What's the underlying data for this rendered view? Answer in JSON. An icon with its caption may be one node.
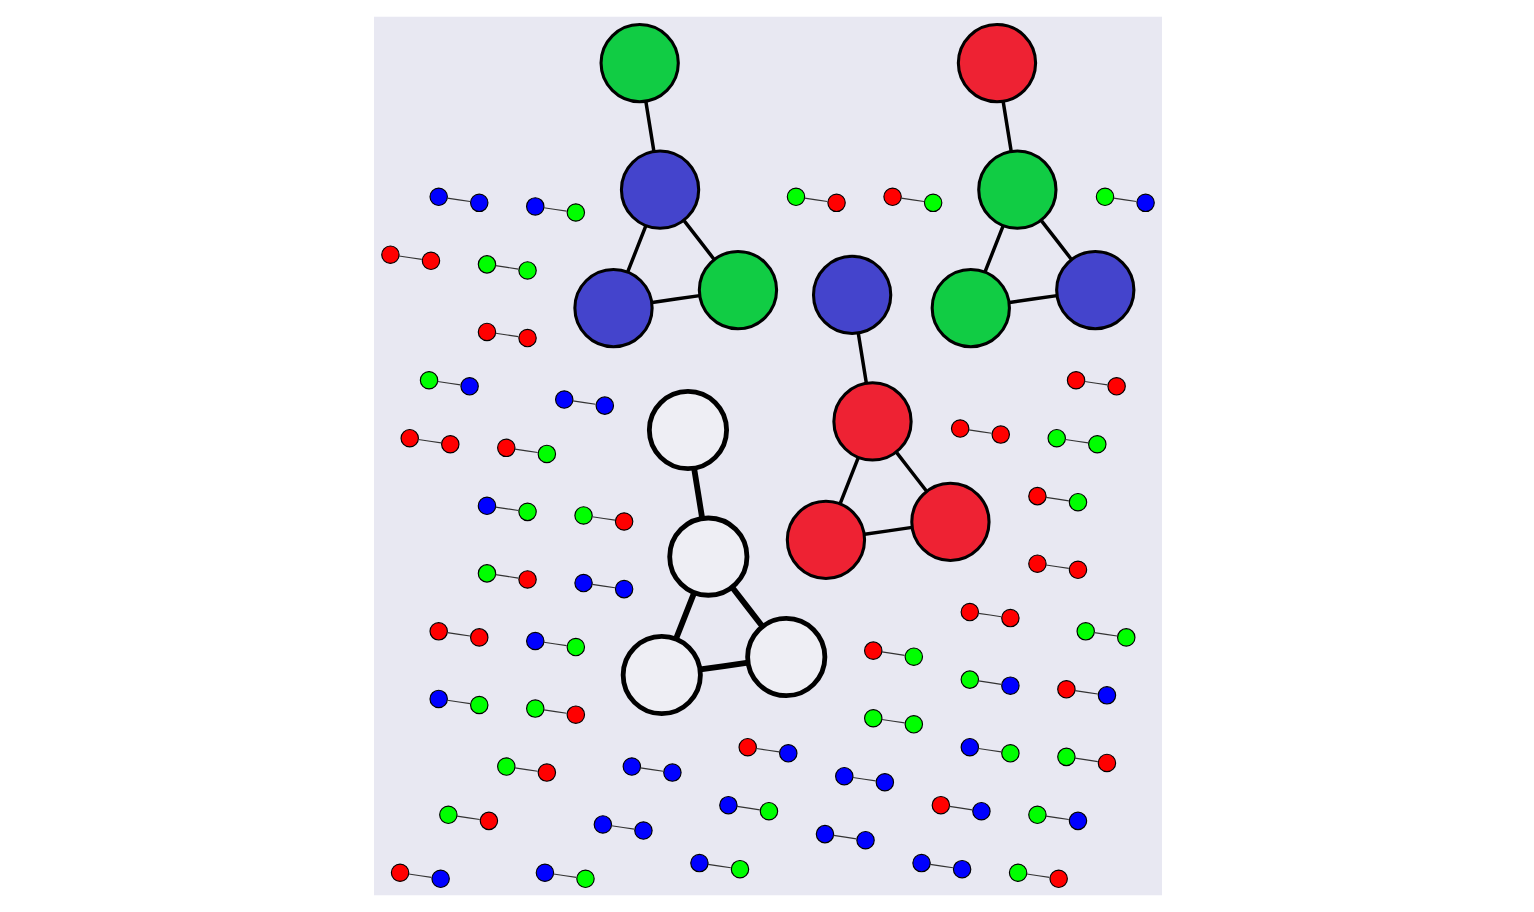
{
  "diagram": {
    "nodes": [
      {
        "text": [],
        "shape": "circle"
      },
      {
        "text": [],
        "shape": "circle"
      },
      {
        "text": [],
        "shape": "circle"
      },
      {
        "text": [],
        "shape": "circle"
      },
      {
        "text": [],
        "shape": "circle"
      },
      {
        "text": [],
        "shape": "circle"
      },
      {
        "text": [],
        "shape": "circle"
      },
      {
        "text": [],
        "shape": "circle"
      },
      {
        "text": [],
        "shape": "circle"
      },
      {
        "text": [],
        "shape": "circle"
      },
      {
        "text": [],
        "shape": "circle"
      },
      {
        "text": [],
        "shape": "circle"
      },
      {
        "text": [],
        "shape": "circle"
      },
      {
        "text": [],
        "shape": "circle"
      },
      {
        "text": [],
        "shape": "circle"
      },
      {
        "text": [],
        "shape": "circle"
      },
      {
        "text": [],
        "shape": "circle"
      },
      {
        "text": [],
        "shape": "circle"
      },
      {
        "text": [],
        "shape": "circle"
      },
      {
        "text": [],
        "shape": "circle"
      },
      {
        "text": [],
        "shape": "circle"
      },
      {
        "text": [],
        "shape": "circle"
      },
      {
        "text": [],
        "shape": "circle"
      },
      {
        "text": [],
        "shape": "circle"
      },
      {
        "text": [],
        "shape": "circle"
      },
      {
        "text": [],
        "shape": "circle"
      },
      {
        "text": [],
        "shape": "circle"
      },
      {
        "text": [],
        "shape": "circle"
      },
      {
        "text": [],
        "shape": "circle"
      },
      {
        "text": [],
        "shape": "circle"
      },
      {
        "text": [],
        "shape": "circle"
      },
      {
        "text": [],
        "shape": "circle"
      },
      {
        "text": [],
        "shape": "circle"
      },
      {
        "text": [],
        "shape": "circle"
      },
      {
        "text": [],
        "shape": "circle"
      },
      {
        "text": [],
        "shape": "circle"
      },
      {
        "text": [],
        "shape": "circle"
      },
      {
        "text": [],
        "shape": "circle"
      },
      {
        "text": [],
        "shape": "circle"
      },
      {
        "text": [],
        "shape": "circle"
      },
      {
        "text": [],
        "shape": "circle"
      },
      {
        "text": [],
        "shape": "circle"
      },
      {
        "text": [],
        "shape": "circle"
      },
      {
        "text": [],
        "shape": "circle"
      },
      {
        "text": [],
        "shape": "circle"
      },
      {
        "text": [],
        "shape": "circle"
      },
      {
        "text": [],
        "shape": "circle"
      },
      {
        "text": [],
        "shape": "circle"
      },
      {
        "text": [],
        "shape": "circle"
      },
      {
        "text": [],
        "shape": "circle"
      },
      {
        "text": [],
        "shape": "circle"
      },
      {
        "text": [],
        "shape": "circle"
      },
      {
        "text": [],
        "shape": "circle"
      },
      {
        "text": [],
        "shape": "circle"
      },
      {
        "text": [],
        "shape": "circle"
      },
      {
        "text": [],
        "shape": "circle"
      },
      {
        "text": [],
        "shape": "circle"
      },
      {
        "text": [],
        "shape": "circle"
      },
      {
        "text": [],
        "shape": "circle"
      },
      {
        "text": [],
        "shape": "circle"
      },
      {
        "text": [],
        "shape": "circle"
      },
      {
        "text": [],
        "shape": "circle"
      },
      {
        "text": [],
        "shape": "circle"
      },
      {
        "text": [],
        "shape": "circle"
      },
      {
        "text": [],
        "shape": "circle"
      },
      {
        "text": [],
        "shape": "circle"
      },
      {
        "text": [],
        "shape": "circle"
      },
      {
        "text": [],
        "shape": "circle"
      },
      {
        "text": [],
        "shape": "circle"
      },
      {
        "text": [],
        "shape": "circle"
      },
      {
        "text": [],
        "shape": "circle"
      },
      {
        "text": [],
        "shape": "circle"
      },
      {
        "text": [],
        "shape": "circle"
      },
      {
        "text": [],
        "shape": "circle"
      },
      {
        "text": [],
        "shape": "circle"
      },
      {
        "text": [],
        "shape": "circle"
      },
      {
        "text": [],
        "shape": "circle"
      },
      {
        "text": [],
        "shape": "circle"
      },
      {
        "text": [],
        "shape": "circle"
      },
      {
        "text": [],
        "shape": "circle"
      },
      {
        "text": [],
        "shape": "circle"
      },
      {
        "text": [],
        "shape": "circle"
      },
      {
        "text": [],
        "shape": "circle"
      },
      {
        "text": [],
        "shape": "circle"
      },
      {
        "text": [],
        "shape": "circle"
      },
      {
        "text": [],
        "shape": "circle"
      },
      {
        "text": [],
        "shape": "circle"
      },
      {
        "text": [],
        "shape": "circle"
      },
      {
        "text": [],
        "shape": "circle"
      },
      {
        "text": [],
        "shape": "circle"
      },
      {
        "text": [],
        "shape": "circle"
      },
      {
        "text": [],
        "shape": "circle"
      },
      {
        "text": [],
        "shape": "circle"
      },
      {
        "text": [],
        "shape": "circle"
      },
      {
        "text": [],
        "shape": "circle"
      },
      {
        "text": [],
        "shape": "circle"
      },
      {
        "text": [],
        "shape": "circle"
      },
      {
        "text": [],
        "shape": "circle"
      },
      {
        "text": [],
        "shape": "circle"
      },
      {
        "text": [],
        "shape": "circle"
      },
      {
        "text": [],
        "shape": "circle"
      },
      {
        "text": [],
        "shape": "circle"
      },
      {
        "text": [],
        "shape": "circle"
      },
      {
        "text": [],
        "shape": "circle"
      },
      {
        "text": [],
        "shape": "circle"
      },
      {
        "text": [],
        "shape": "circle"
      },
      {
        "text": [],
        "shape": "circle"
      },
      {
        "text": [],
        "shape": "circle"
      },
      {
        "text": [],
        "shape": "circle"
      },
      {
        "text": [],
        "shape": "circle"
      },
      {
        "text": [],
        "shape": "circle"
      },
      {
        "text": [],
        "shape": "circle"
      }
    ],
    "edges": [
      {
        "from": 0,
        "to": 2,
        "arrow": "none",
        "style": "thick"
      },
      {
        "from": 0,
        "to": 1,
        "arrow": "none",
        "style": "thick"
      },
      {
        "from": 1,
        "to": 2,
        "arrow": "none",
        "style": "thick"
      },
      {
        "from": 2,
        "to": 3,
        "arrow": "none",
        "style": "thick"
      },
      {
        "from": 4,
        "to": 5,
        "arrow": "none"
      },
      {
        "from": 6,
        "to": 7,
        "arrow": "none"
      },
      {
        "from": 8,
        "to": 9,
        "arrow": "none"
      },
      {
        "from": 10,
        "to": 11,
        "arrow": "none"
      },
      {
        "from": 12,
        "to": 13,
        "arrow": "none"
      },
      {
        "from": 14,
        "to": 15,
        "arrow": "none"
      },
      {
        "from": 16,
        "to": 17,
        "arrow": "none"
      },
      {
        "from": 18,
        "to": 19,
        "arrow": "none"
      },
      {
        "from": 20,
        "to": 21,
        "arrow": "none"
      },
      {
        "from": 22,
        "to": 23,
        "arrow": "none"
      },
      {
        "from": 24,
        "to": 25,
        "arrow": "none"
      },
      {
        "from": 26,
        "to": 27,
        "arrow": "none"
      },
      {
        "from": 28,
        "to": 30,
        "arrow": "none"
      },
      {
        "from": 28,
        "to": 29,
        "arrow": "none"
      },
      {
        "from": 29,
        "to": 30,
        "arrow": "none"
      },
      {
        "from": 30,
        "to": 31,
        "arrow": "none"
      },
      {
        "from": 32,
        "to": 33,
        "arrow": "none"
      },
      {
        "from": 34,
        "to": 35,
        "arrow": "none"
      },
      {
        "from": 36,
        "to": 37,
        "arrow": "none"
      },
      {
        "from": 38,
        "to": 39,
        "arrow": "none"
      },
      {
        "from": 40,
        "to": 41,
        "arrow": "none"
      },
      {
        "from": 42,
        "to": 43,
        "arrow": "none"
      },
      {
        "from": 44,
        "to": 45,
        "arrow": "none"
      },
      {
        "from": 46,
        "to": 47,
        "arrow": "none"
      },
      {
        "from": 48,
        "to": 49,
        "arrow": "none"
      },
      {
        "from": 50,
        "to": 51,
        "arrow": "none"
      },
      {
        "from": 52,
        "to": 53,
        "arrow": "none"
      },
      {
        "from": 54,
        "to": 55,
        "arrow": "none"
      },
      {
        "from": 56,
        "to": 58,
        "arrow": "none"
      },
      {
        "from": 56,
        "to": 57,
        "arrow": "none"
      },
      {
        "from": 57,
        "to": 58,
        "arrow": "none"
      },
      {
        "from": 58,
        "to": 59,
        "arrow": "none"
      },
      {
        "from": 60,
        "to": 61,
        "arrow": "none"
      },
      {
        "from": 62,
        "to": 63,
        "arrow": "none"
      },
      {
        "from": 64,
        "to": 65,
        "arrow": "none"
      },
      {
        "from": 66,
        "to": 67,
        "arrow": "none"
      },
      {
        "from": 68,
        "to": 69,
        "arrow": "none"
      },
      {
        "from": 70,
        "to": 71,
        "arrow": "none"
      },
      {
        "from": 72,
        "to": 73,
        "arrow": "none"
      },
      {
        "from": 74,
        "to": 75,
        "arrow": "none"
      },
      {
        "from": 76,
        "to": 77,
        "arrow": "none"
      },
      {
        "from": 78,
        "to": 79,
        "arrow": "none"
      },
      {
        "from": 80,
        "to": 81,
        "arrow": "none"
      },
      {
        "from": 82,
        "to": 83,
        "arrow": "none"
      },
      {
        "from": 84,
        "to": 86,
        "arrow": "none"
      },
      {
        "from": 84,
        "to": 85,
        "arrow": "none"
      },
      {
        "from": 85,
        "to": 86,
        "arrow": "none"
      },
      {
        "from": 86,
        "to": 87,
        "arrow": "none"
      },
      {
        "from": 88,
        "to": 89,
        "arrow": "none"
      },
      {
        "from": 90,
        "to": 91,
        "arrow": "none"
      },
      {
        "from": 92,
        "to": 93,
        "arrow": "none"
      },
      {
        "from": 94,
        "to": 95,
        "arrow": "none"
      },
      {
        "from": 96,
        "to": 97,
        "arrow": "none"
      },
      {
        "from": 98,
        "to": 99,
        "arrow": "none"
      },
      {
        "from": 100,
        "to": 101,
        "arrow": "none"
      },
      {
        "from": 102,
        "to": 103,
        "arrow": "none"
      },
      {
        "from": 104,
        "to": 105,
        "arrow": "none"
      },
      {
        "from": 106,
        "to": 107,
        "arrow": "none"
      },
      {
        "from": 108,
        "to": 109,
        "arrow": "none"
      },
      {
        "from": 110,
        "to": 111,
        "arrow": "none"
      }
    ]
  }
}
